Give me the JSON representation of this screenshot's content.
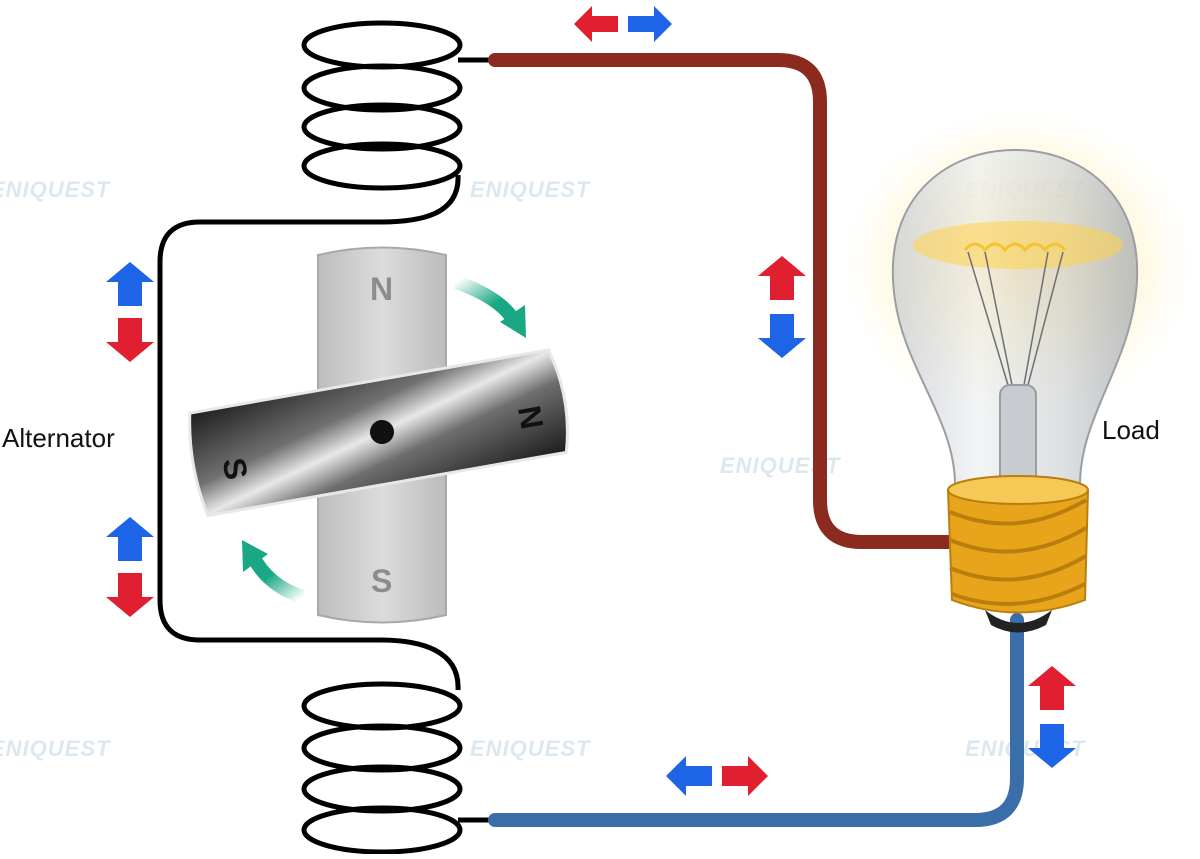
{
  "labels": {
    "alternator": "Alternator",
    "load": "Load"
  },
  "magnets": {
    "stator_north": "N",
    "stator_south": "S",
    "rotor_north": "N",
    "rotor_south": "S"
  },
  "watermark": "ENIQUEST",
  "colors": {
    "positive_wire": "#8b2a1e",
    "negative_wire": "#3a6ea8",
    "coil_wire": "#000000",
    "arrow_red": "#e02030",
    "arrow_blue": "#1e64e6",
    "rotation_arrow": "#1aa884",
    "bulb_glow": "#ffd24a",
    "bulb_base": "#e8a51b"
  }
}
